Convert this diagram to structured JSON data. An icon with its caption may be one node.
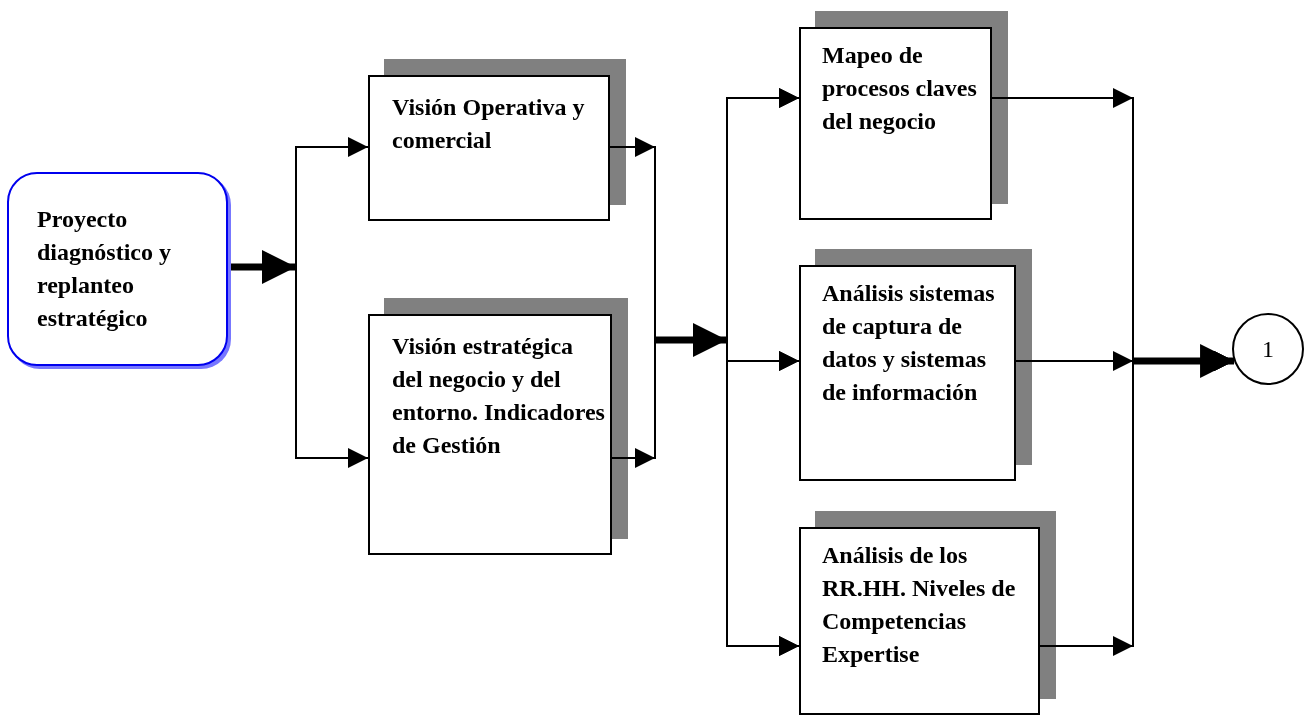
{
  "diagram": {
    "nodes": [
      {
        "text": [
          "Proyecto diagnóstico y replanteo estratégico"
        ]
      },
      {
        "text": [
          "Visión Operativa y comercial"
        ]
      },
      {
        "text": [
          "Visión estratégica del negocio y del entorno. Indicadores de Gestión"
        ]
      },
      {
        "text": [
          "Mapeo de procesos claves del negocio"
        ]
      },
      {
        "text": [
          "Análisis sistemas de captura de datos y sistemas de información"
        ]
      },
      {
        "text": [
          "Análisis de los RR.HH. Niveles de Competencias Expertise"
        ]
      },
      {
        "text": [
          "1"
        ]
      }
    ],
    "edges": [
      {
        "from": 0,
        "to": 1,
        "arrow": "to"
      },
      {
        "from": 0,
        "to": 2,
        "arrow": "to"
      },
      {
        "from": 1,
        "to": 3,
        "arrow": "to"
      },
      {
        "from": 1,
        "to": 4,
        "arrow": "to"
      },
      {
        "from": 1,
        "to": 5,
        "arrow": "to"
      },
      {
        "from": 2,
        "to": 3,
        "arrow": "to"
      },
      {
        "from": 2,
        "to": 4,
        "arrow": "to"
      },
      {
        "from": 2,
        "to": 5,
        "arrow": "to"
      },
      {
        "from": 3,
        "to": 6,
        "arrow": "to"
      },
      {
        "from": 4,
        "to": 6,
        "arrow": "to"
      },
      {
        "from": 5,
        "to": 6,
        "arrow": "to"
      }
    ]
  }
}
